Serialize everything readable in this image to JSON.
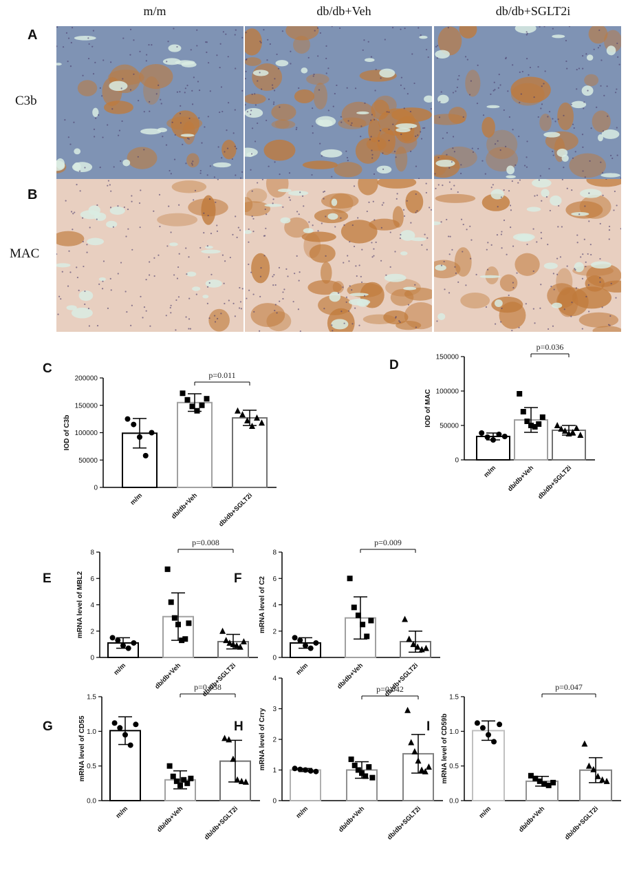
{
  "column_titles": [
    "m/m",
    "db/db+Veh",
    "db/db+SGLT2i"
  ],
  "row_labels": [
    "C3b",
    "MAC"
  ],
  "image_panels": [
    {
      "letter": "A",
      "stain": "C3b"
    },
    {
      "letter": "B",
      "stain": "MAC"
    }
  ],
  "colors": {
    "tissue_blue": "#7f93b4",
    "brown_stain": "#c07a3a",
    "mac_tissue": "#e8cfc0",
    "lumen": "#d9ece3",
    "bar_mm": "#000000",
    "bar_veh": "#a0a0a0",
    "bar_sglt2i": "#707070"
  },
  "chart_data": [
    {
      "panel": "C",
      "type": "bar",
      "categories": [
        "m/m",
        "db/db+Veh",
        "db/db+SGLT2i"
      ],
      "ylabel": "IOD of C3b",
      "ylim": [
        0,
        200000
      ],
      "yticks": [
        0,
        50000,
        100000,
        150000,
        200000
      ],
      "tick_labels": [
        "0",
        "50000",
        "100000",
        "150000",
        "200000"
      ],
      "means": [
        99000,
        155000,
        127000
      ],
      "sd": [
        27000,
        16000,
        14000
      ],
      "points": [
        [
          125000,
          115000,
          92000,
          58000,
          100000
        ],
        [
          172000,
          160000,
          148000,
          140000,
          150000,
          162000
        ],
        [
          140000,
          133000,
          122000,
          112000,
          127000,
          118000
        ]
      ],
      "p_label": "p=0.011",
      "p_pair": [
        1,
        2
      ],
      "bar_colors": [
        "#000000",
        "#a0a0a0",
        "#707070"
      ]
    },
    {
      "panel": "D",
      "type": "bar",
      "categories": [
        "m/m",
        "db/db+Veh",
        "db/db+SGLT2i"
      ],
      "ylabel": "IOD of MAC",
      "ylim": [
        0,
        150000
      ],
      "yticks": [
        0,
        50000,
        100000,
        150000
      ],
      "tick_labels": [
        "0",
        "50000",
        "100000",
        "150000"
      ],
      "means": [
        34000,
        58000,
        43000
      ],
      "sd": [
        5000,
        18000,
        7000
      ],
      "points": [
        [
          39000,
          33000,
          29000,
          37000,
          34000
        ],
        [
          96000,
          70000,
          56000,
          50000,
          48000,
          52000,
          62000
        ],
        [
          50000,
          45000,
          42000,
          38000,
          40000,
          46000,
          36000
        ]
      ],
      "p_label": "p=0.036",
      "p_pair": [
        1,
        2
      ],
      "bar_colors": [
        "#000000",
        "#a0a0a0",
        "#707070"
      ]
    },
    {
      "panel": "E",
      "type": "bar",
      "categories": [
        "m/m",
        "db/db+Veh",
        "db/db+SGLT2i"
      ],
      "ylabel": "mRNA level of MBL2",
      "ylim": [
        0,
        8
      ],
      "yticks": [
        0,
        2,
        4,
        6,
        8
      ],
      "tick_labels": [
        "0",
        "2",
        "4",
        "6",
        "8"
      ],
      "means": [
        1.1,
        3.1,
        1.2
      ],
      "sd": [
        0.4,
        1.8,
        0.55
      ],
      "points": [
        [
          1.5,
          1.3,
          0.9,
          0.7,
          1.1
        ],
        [
          6.7,
          4.2,
          3.0,
          2.5,
          1.3,
          1.4,
          2.6
        ],
        [
          2.0,
          1.3,
          1.1,
          1.0,
          0.9,
          0.8,
          1.2
        ]
      ],
      "p_label": "p=0.008",
      "p_pair": [
        1,
        2
      ],
      "bar_colors": [
        "#000000",
        "#a0a0a0",
        "#707070"
      ]
    },
    {
      "panel": "F",
      "type": "bar",
      "categories": [
        "m/m",
        "db/db+Veh",
        "db/db+SGLT2i"
      ],
      "ylabel": "mRNA level of C2",
      "ylim": [
        0,
        8
      ],
      "yticks": [
        0,
        2,
        4,
        6,
        8
      ],
      "tick_labels": [
        "0",
        "2",
        "4",
        "6",
        "8"
      ],
      "means": [
        1.1,
        3.0,
        1.2
      ],
      "sd": [
        0.4,
        1.6,
        0.8
      ],
      "points": [
        [
          1.5,
          1.3,
          0.9,
          0.7,
          1.1
        ],
        [
          6.0,
          3.8,
          3.2,
          2.5,
          1.6,
          2.8
        ],
        [
          2.9,
          1.4,
          1.0,
          0.8,
          0.6,
          0.7
        ]
      ],
      "p_label": "p=0.009",
      "p_pair": [
        1,
        2
      ],
      "bar_colors": [
        "#000000",
        "#a0a0a0",
        "#707070"
      ]
    },
    {
      "panel": "G",
      "type": "bar",
      "categories": [
        "m/m",
        "db/db+Veh",
        "db/db+SGLT2i"
      ],
      "ylabel": "mRNA level of CD55",
      "ylim": [
        0,
        1.5
      ],
      "yticks": [
        0,
        0.5,
        1.0,
        1.5
      ],
      "tick_labels": [
        "0.0",
        "0.5",
        "1.0",
        "1.5"
      ],
      "means": [
        1.01,
        0.3,
        0.57
      ],
      "sd": [
        0.2,
        0.13,
        0.3
      ],
      "points": [
        [
          1.12,
          1.05,
          0.95,
          0.8,
          1.1
        ],
        [
          0.5,
          0.35,
          0.28,
          0.22,
          0.3,
          0.25,
          0.32
        ],
        [
          0.9,
          0.88,
          0.6,
          0.3,
          0.28,
          0.27
        ]
      ],
      "p_label": "p=0.038",
      "p_pair": [
        1,
        2
      ],
      "bar_colors": [
        "#000000",
        "#a0a0a0",
        "#707070"
      ]
    },
    {
      "panel": "H",
      "type": "bar",
      "categories": [
        "m/m",
        "db/db+Veh",
        "db/db+SGLT2i"
      ],
      "ylabel": "mRNA level of Crry",
      "ylim": [
        0,
        4
      ],
      "yticks": [
        0,
        1,
        2,
        3,
        4
      ],
      "tick_labels": [
        "0",
        "1",
        "2",
        "3",
        "4"
      ],
      "means": [
        1.0,
        1.0,
        1.53
      ],
      "sd": [
        0.05,
        0.27,
        0.63
      ],
      "points": [
        [
          1.05,
          1.02,
          1.0,
          0.97,
          0.95
        ],
        [
          1.35,
          1.15,
          1.0,
          0.9,
          0.8,
          1.1,
          0.75
        ],
        [
          2.95,
          1.9,
          1.6,
          1.3,
          1.0,
          0.95,
          1.1
        ]
      ],
      "p_label": "p=0.042",
      "p_pair": [
        1,
        2
      ],
      "bar_colors": [
        "#b0b0b0",
        "#909090",
        "#808080"
      ]
    },
    {
      "panel": "I",
      "type": "bar",
      "categories": [
        "m/m",
        "db/db+Veh",
        "db/db+SGLT2i"
      ],
      "ylabel": "mRNA level of CD59b",
      "ylim": [
        0,
        1.5
      ],
      "yticks": [
        0,
        0.5,
        1.0,
        1.5
      ],
      "tick_labels": [
        "0.0",
        "0.5",
        "1.0",
        "1.5"
      ],
      "means": [
        1.01,
        0.28,
        0.44
      ],
      "sd": [
        0.14,
        0.07,
        0.18
      ],
      "points": [
        [
          1.12,
          1.05,
          0.95,
          0.85,
          1.1
        ],
        [
          0.36,
          0.32,
          0.28,
          0.24,
          0.22,
          0.26
        ],
        [
          0.82,
          0.5,
          0.45,
          0.35,
          0.3,
          0.28
        ]
      ],
      "p_label": "p=0.047",
      "p_pair": [
        1,
        2
      ],
      "bar_colors": [
        "#c0c0c0",
        "#909090",
        "#808080"
      ]
    }
  ]
}
